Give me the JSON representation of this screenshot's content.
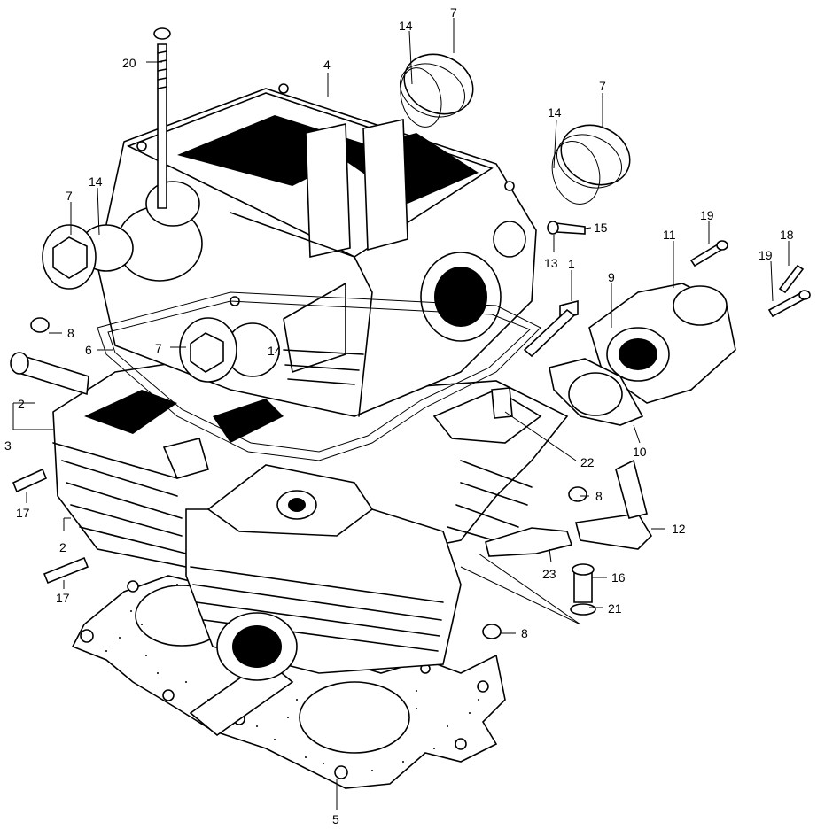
{
  "callouts": [
    {
      "id": "c20",
      "text": "20"
    },
    {
      "id": "c4",
      "text": "4"
    },
    {
      "id": "c14a",
      "text": "14"
    },
    {
      "id": "c7a",
      "text": "7"
    },
    {
      "id": "c7b",
      "text": "7"
    },
    {
      "id": "c14b",
      "text": "14"
    },
    {
      "id": "c19a",
      "text": "19"
    },
    {
      "id": "c15",
      "text": "15"
    },
    {
      "id": "c13",
      "text": "13"
    },
    {
      "id": "c11",
      "text": "11"
    },
    {
      "id": "c18",
      "text": "18"
    },
    {
      "id": "c19b",
      "text": "19"
    },
    {
      "id": "c7c",
      "text": "7"
    },
    {
      "id": "c14c",
      "text": "14"
    },
    {
      "id": "c1",
      "text": "1"
    },
    {
      "id": "c9",
      "text": "9"
    },
    {
      "id": "c8a",
      "text": "8"
    },
    {
      "id": "c6",
      "text": "6"
    },
    {
      "id": "c7d",
      "text": "7"
    },
    {
      "id": "c14d",
      "text": "14"
    },
    {
      "id": "c2a",
      "text": "2"
    },
    {
      "id": "c3",
      "text": "3"
    },
    {
      "id": "c10",
      "text": "10"
    },
    {
      "id": "c22",
      "text": "22"
    },
    {
      "id": "c17a",
      "text": "17"
    },
    {
      "id": "c8b",
      "text": "8"
    },
    {
      "id": "c2b",
      "text": "2"
    },
    {
      "id": "c12",
      "text": "12"
    },
    {
      "id": "c23",
      "text": "23"
    },
    {
      "id": "c16",
      "text": "16"
    },
    {
      "id": "c17b",
      "text": "17"
    },
    {
      "id": "c21",
      "text": "21"
    },
    {
      "id": "c8c",
      "text": "8"
    },
    {
      "id": "c5",
      "text": "5"
    }
  ]
}
